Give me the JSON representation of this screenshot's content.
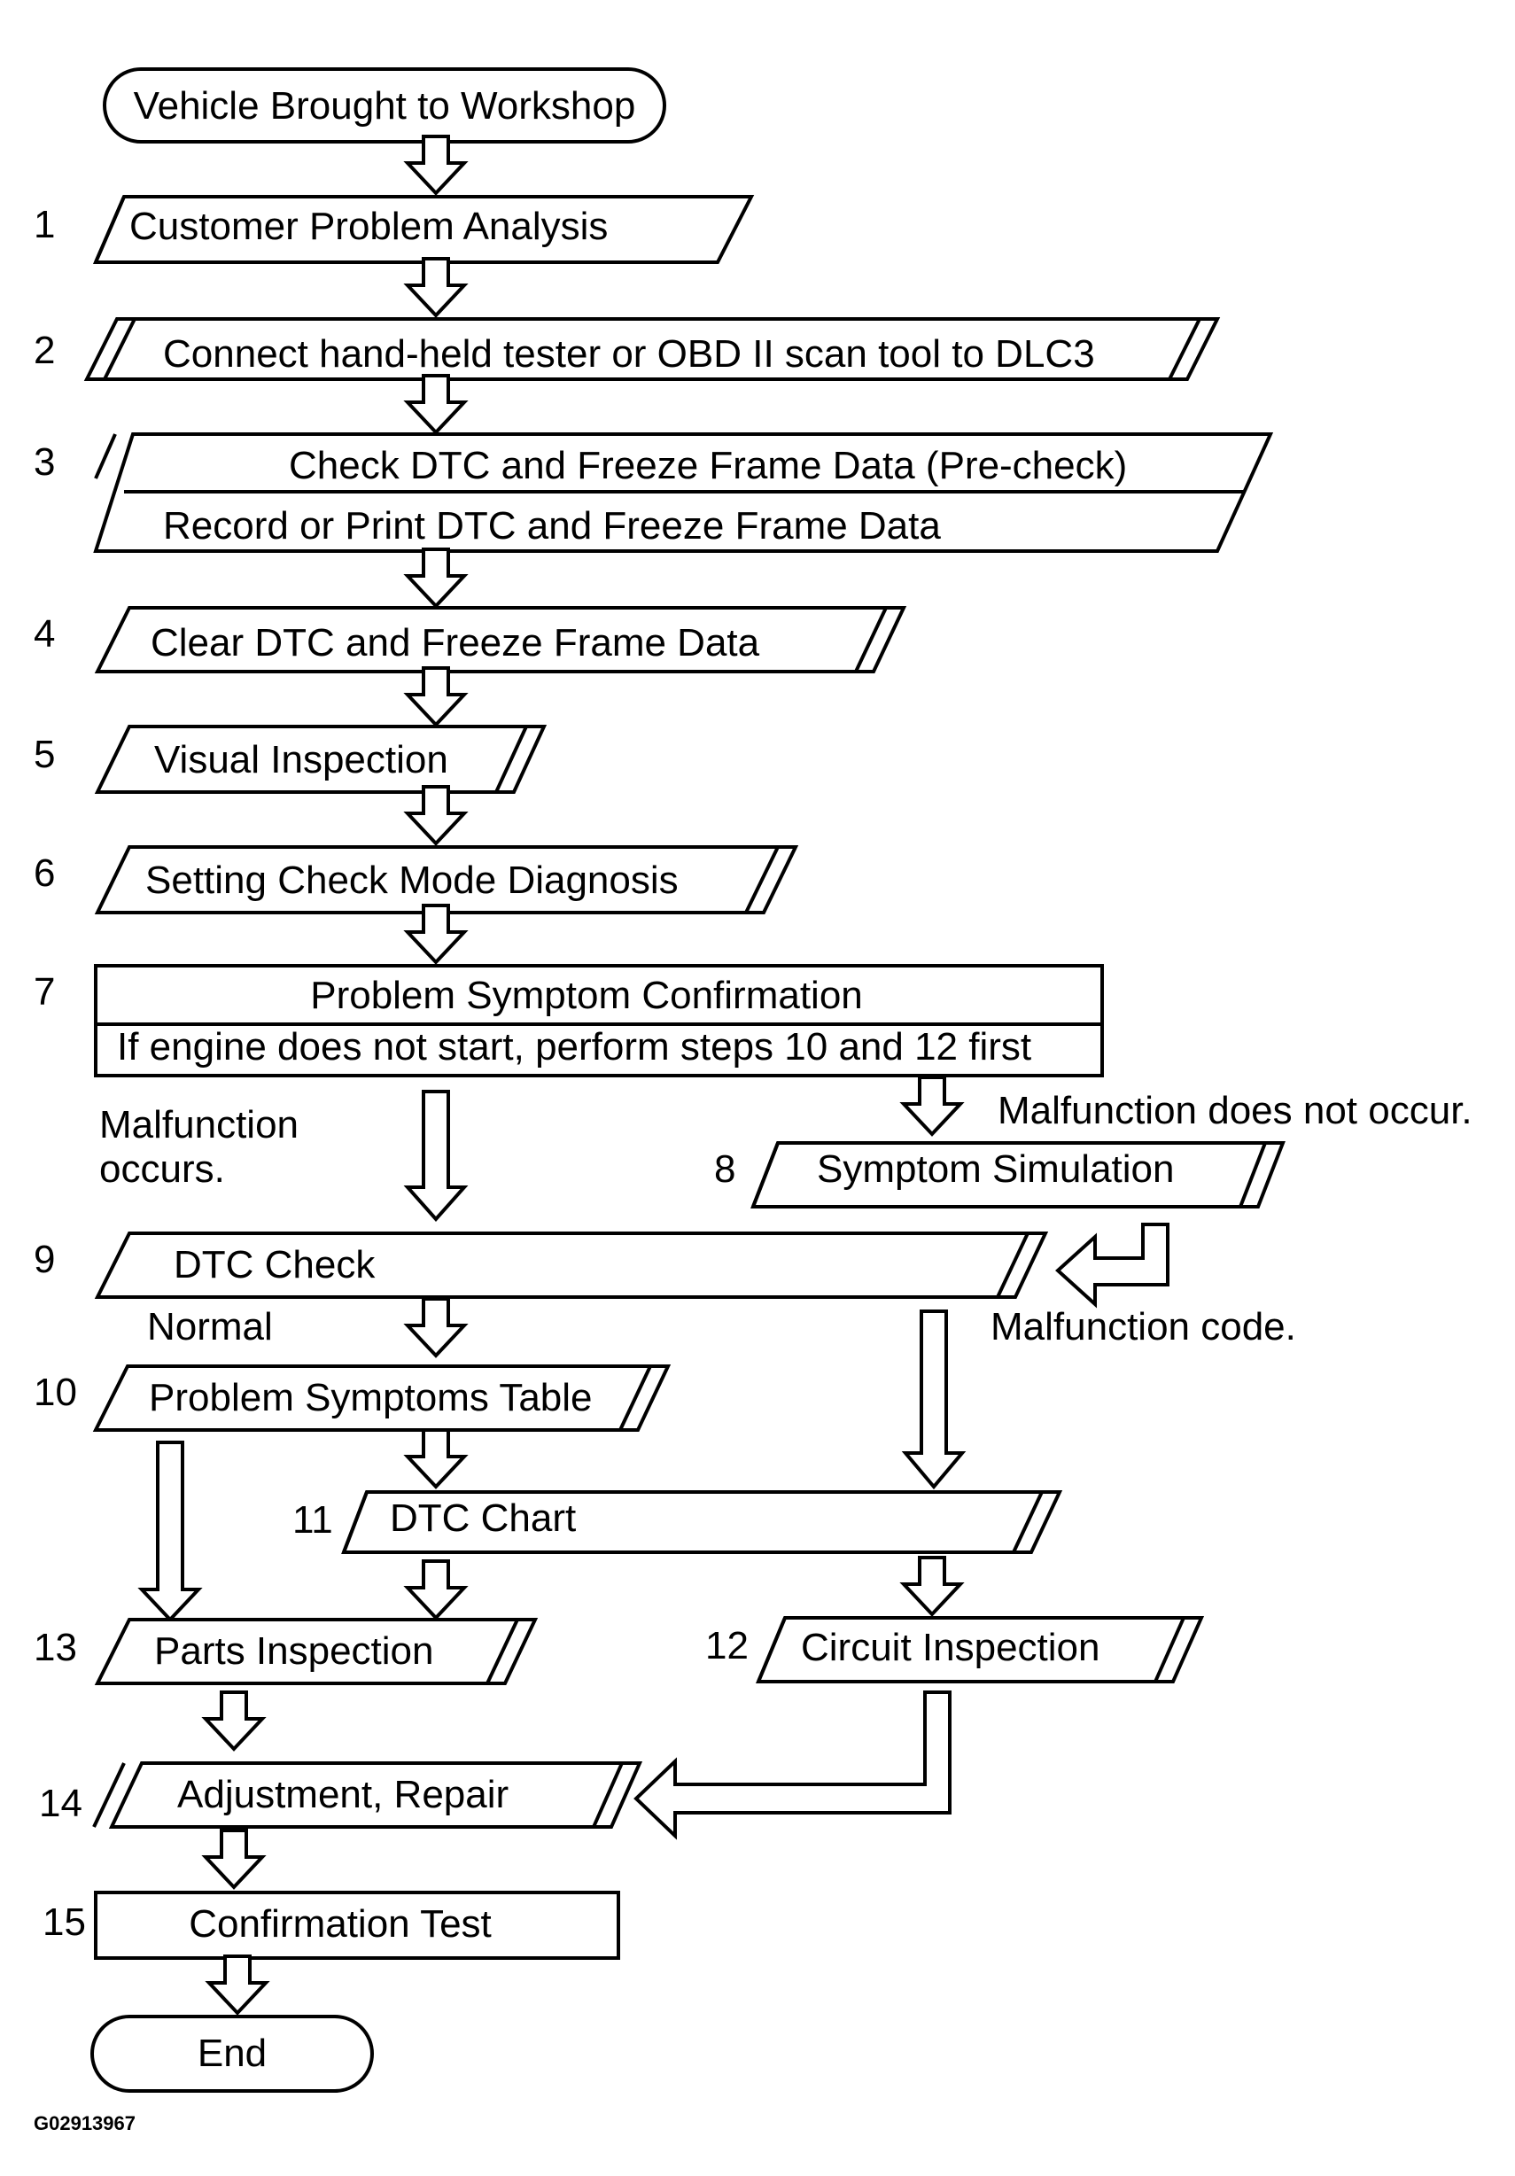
{
  "steps": {
    "start": "Vehicle Brought to Workshop",
    "s1": {
      "num": "1",
      "label": "Customer Problem Analysis"
    },
    "s2": {
      "num": "2",
      "label": "Connect hand-held tester or OBD II scan tool to DLC3"
    },
    "s3": {
      "num": "3",
      "label_top": "Check DTC and Freeze Frame Data (Pre-check)",
      "label_bottom": "Record or Print DTC and Freeze Frame Data"
    },
    "s4": {
      "num": "4",
      "label": "Clear DTC and Freeze Frame Data"
    },
    "s5": {
      "num": "5",
      "label": "Visual Inspection"
    },
    "s6": {
      "num": "6",
      "label": "Setting Check Mode Diagnosis"
    },
    "s7": {
      "num": "7",
      "label_top": "Problem Symptom Confirmation",
      "label_bottom": "If engine does not start, perform steps 10 and 12 first"
    },
    "s8": {
      "num": "8",
      "label": "Symptom Simulation"
    },
    "s9": {
      "num": "9",
      "label": "DTC Check"
    },
    "s10": {
      "num": "10",
      "label": "Problem Symptoms Table"
    },
    "s11": {
      "num": "11",
      "label": "DTC Chart"
    },
    "s12": {
      "num": "12",
      "label": "Circuit Inspection"
    },
    "s13": {
      "num": "13",
      "label": "Parts Inspection"
    },
    "s14": {
      "num": "14",
      "label": "Adjustment, Repair"
    },
    "s15": {
      "num": "15",
      "label": "Confirmation Test"
    },
    "end": "End"
  },
  "notes": {
    "malfunction_occurs_line1": "Malfunction",
    "malfunction_occurs_line2": "occurs.",
    "malfunction_not_occur": "Malfunction does not occur.",
    "normal": "Normal",
    "malfunction_code": "Malfunction code."
  },
  "figure_code": "G02913967"
}
